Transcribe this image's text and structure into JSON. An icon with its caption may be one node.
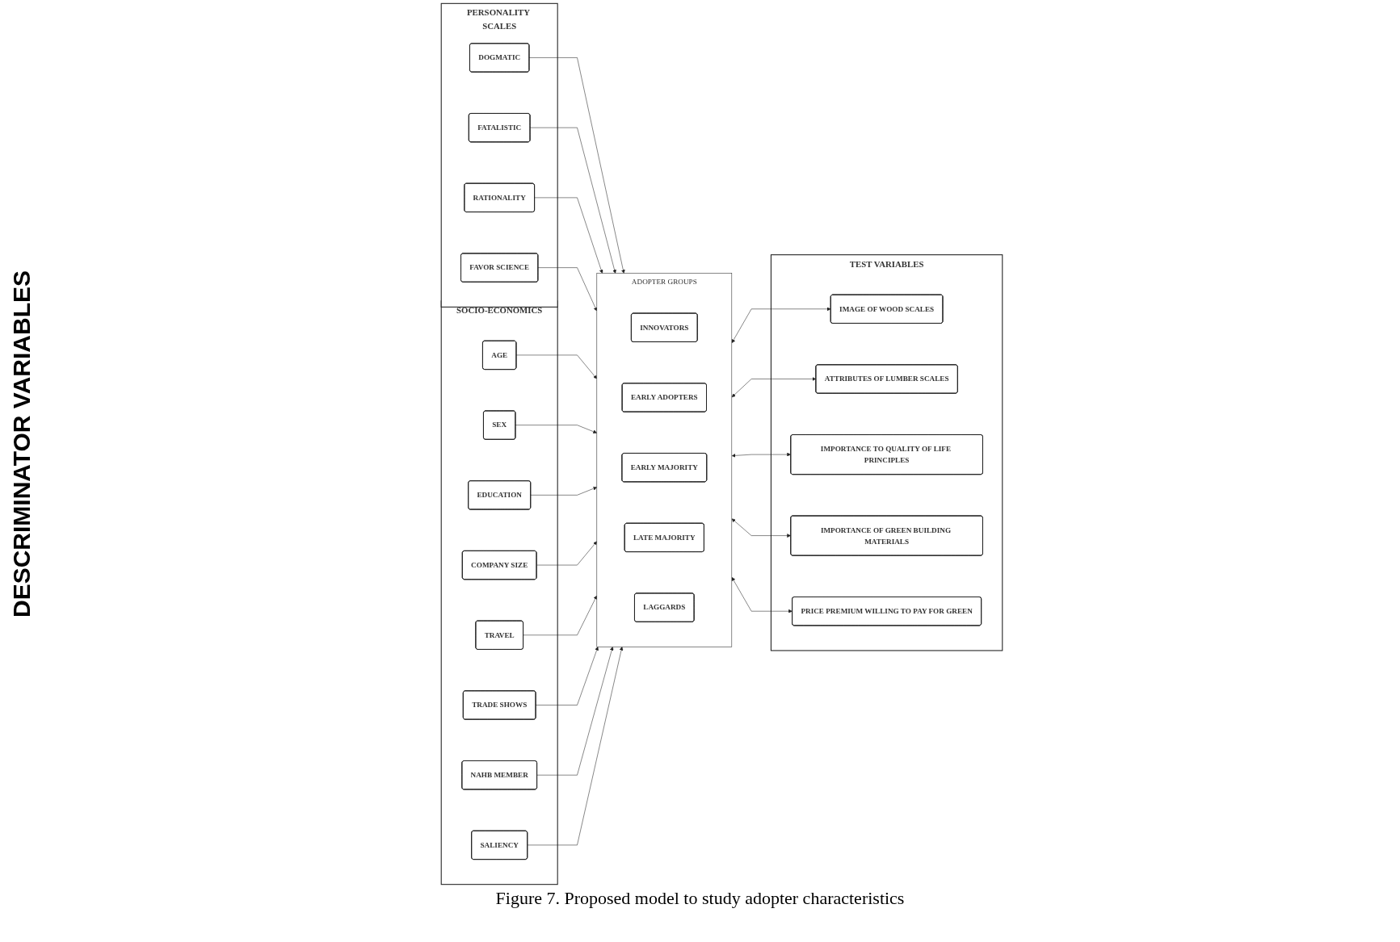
{
  "diagram": {
    "caption": "Figure 7. Proposed model to study adopter characteristics",
    "nodes": [
      {
        "text": [
          "PERSONALITY SCALES"
        ]
      },
      {
        "text": [
          "DOGMATIC"
        ],
        "in": 0
      },
      {
        "text": [
          "FATALISTIC"
        ],
        "in": 0
      },
      {
        "text": [
          "RATIONALITY"
        ],
        "in": 0
      },
      {
        "text": [
          "FAVOR SCIENCE"
        ],
        "in": 0
      },
      {
        "text": [
          "SOCIO-ECONOMICS"
        ]
      },
      {
        "text": [
          "AGE"
        ],
        "in": 5
      },
      {
        "text": [
          "SEX"
        ],
        "in": 5
      },
      {
        "text": [
          "EDUCATION"
        ],
        "in": 5
      },
      {
        "text": [
          "COMPANY SIZE"
        ],
        "in": 5
      },
      {
        "text": [
          "TRAVEL"
        ],
        "in": 5
      },
      {
        "text": [
          "TRADE SHOWS"
        ],
        "in": 5
      },
      {
        "text": [
          "NAHB MEMBER"
        ],
        "in": 5
      },
      {
        "text": [
          "SALIENCY"
        ],
        "in": 5
      },
      {
        "text": [
          "ADOPTER GROUPS"
        ]
      },
      {
        "text": [
          "INNOVATORS"
        ],
        "in": 14
      },
      {
        "text": [
          "EARLY ADOPTERS"
        ],
        "in": 14
      },
      {
        "text": [
          "EARLY MAJORITY"
        ],
        "in": 14
      },
      {
        "text": [
          "LATE MAJORITY"
        ],
        "in": 14
      },
      {
        "text": [
          "LAGGARDS"
        ],
        "in": 14
      },
      {
        "text": [
          "TEST VARIABLES"
        ]
      },
      {
        "text": [
          "IMAGE OF WOOD SCALES"
        ],
        "in": 20
      },
      {
        "text": [
          "ATTRIBUTES OF LUMBER SCALES"
        ],
        "in": 20
      },
      {
        "text": [
          "IMPORTANCE TO QUALITY OF LIFE PRINCIPLES"
        ],
        "in": 20
      },
      {
        "text": [
          "IMPORTANCE OF GREEN BUILDING MATERIALS"
        ],
        "in": 20
      },
      {
        "text": [
          "PRICE PREMIUM WILLING TO PAY FOR GREEN"
        ],
        "in": 20
      }
    ],
    "edges": [
      {
        "from": 1,
        "to": 14,
        "arrow": "to"
      },
      {
        "from": 2,
        "to": 14,
        "arrow": "to"
      },
      {
        "from": 3,
        "to": 14,
        "arrow": "to"
      },
      {
        "from": 4,
        "to": 14,
        "arrow": "to"
      },
      {
        "from": 6,
        "to": 14,
        "arrow": "to"
      },
      {
        "from": 7,
        "to": 14,
        "arrow": "to"
      },
      {
        "from": 8,
        "to": 14,
        "arrow": "to"
      },
      {
        "from": 9,
        "to": 14,
        "arrow": "to"
      },
      {
        "from": 10,
        "to": 14,
        "arrow": "to"
      },
      {
        "from": 11,
        "to": 14,
        "arrow": "to"
      },
      {
        "from": 12,
        "to": 14,
        "arrow": "to"
      },
      {
        "from": 13,
        "to": 14,
        "arrow": "to"
      },
      {
        "from": 14,
        "to": 21,
        "arrow": "both"
      },
      {
        "from": 14,
        "to": 22,
        "arrow": "both"
      },
      {
        "from": 14,
        "to": 23,
        "arrow": "both"
      },
      {
        "from": 14,
        "to": 24,
        "arrow": "both"
      },
      {
        "from": 14,
        "to": 25,
        "arrow": "both"
      }
    ],
    "labels": [
      "DESCRIMINATOR VARIABLES"
    ]
  }
}
